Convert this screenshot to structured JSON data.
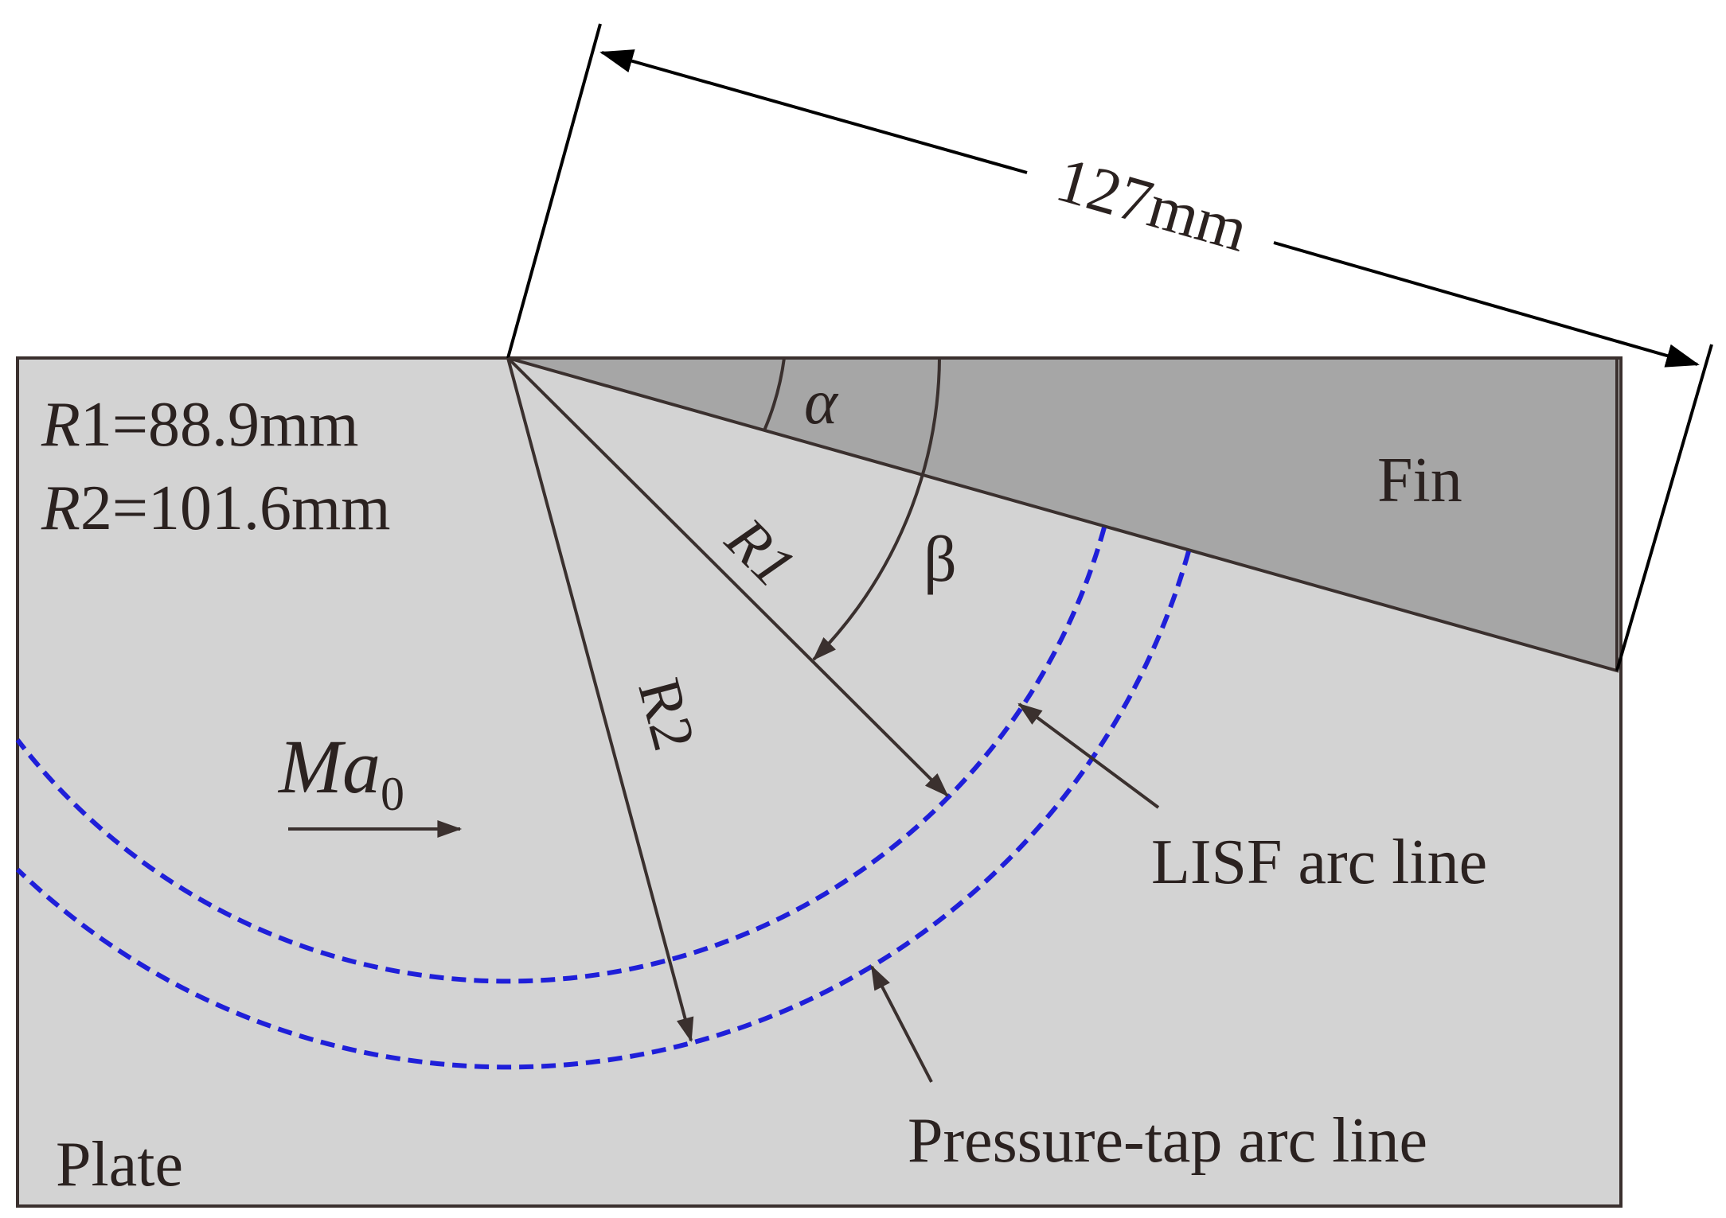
{
  "figure": {
    "dimension_label": "127mm",
    "r1_prefix": "R",
    "r1_value": "1=88.9mm",
    "r2_prefix": "R",
    "r2_value": "2=101.6mm",
    "alpha_label": "α",
    "beta_label": "β",
    "fin_label": "Fin",
    "r1_line_label": "R1",
    "r2_line_label": "R2",
    "mach_base": "Ma",
    "mach_sub": "0",
    "lisf_label": "LISF arc line",
    "pressure_tap_label": "Pressure-tap arc line",
    "plate_label": "Plate"
  },
  "colors": {
    "plate_fill": "#d3d3d3",
    "fin_fill": "#a6a6a6",
    "outline": "#3a302e",
    "arc_line": "#1f1fd9",
    "text": "#2b2220"
  }
}
